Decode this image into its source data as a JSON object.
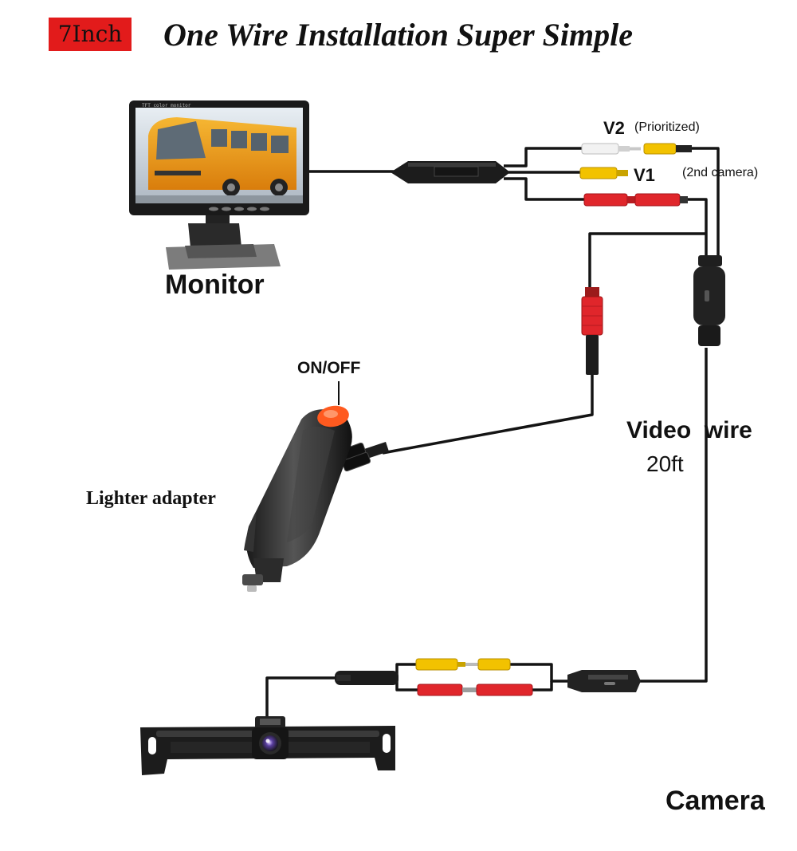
{
  "header": {
    "size_badge": "7Inch",
    "title": "One Wire Installation Super Simple"
  },
  "labels": {
    "monitor": "Monitor",
    "on_off": "ON/OFF",
    "lighter_adapter": "Lighter adapter",
    "video_wire": "Video  wire",
    "video_wire_length": "20ft",
    "camera": "Camera",
    "v2": "V2",
    "v2_note": "(Prioritized)",
    "v1": "V1",
    "second_camera_note": "(2nd camera)"
  },
  "monitor_screen_text": "TFT color monitor",
  "colors": {
    "badge_red": "#e21b1b",
    "wire": "#141414",
    "rca_yellow": "#f2c200",
    "rca_red": "#e0262b",
    "rca_white": "#f2f2f2",
    "bus_orange": "#f0a020",
    "switch_orange": "#ff5a1f"
  }
}
